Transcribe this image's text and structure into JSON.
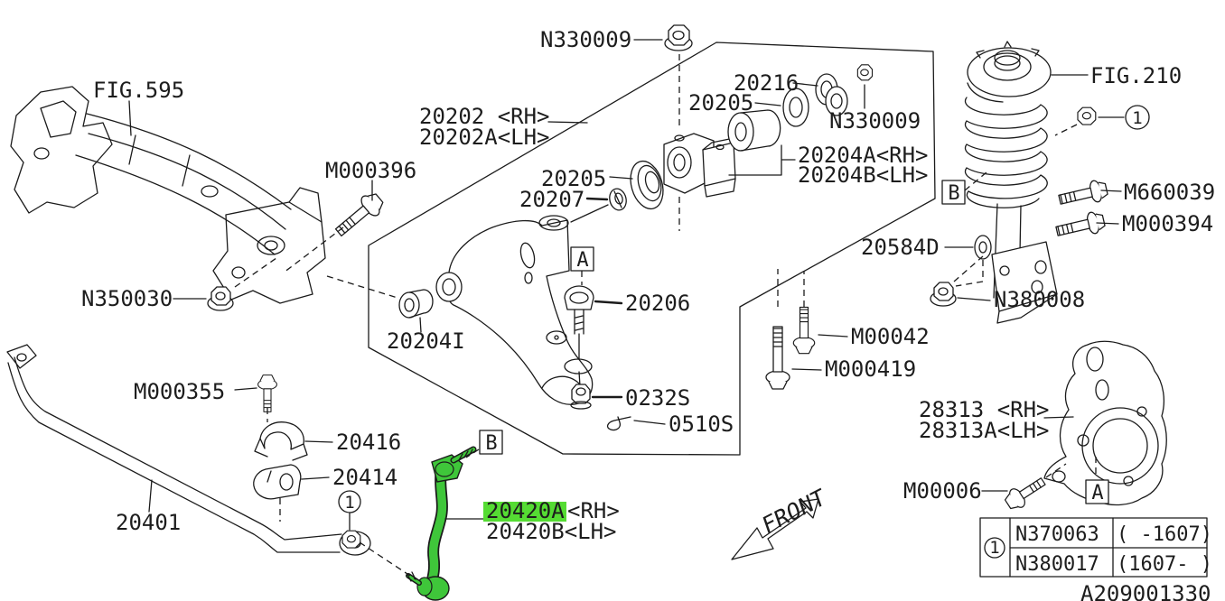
{
  "colors": {
    "ink": "#1b1b1b",
    "background": "#ffffff",
    "highlight_green": "#55dc33",
    "part_green": "#3fc63a"
  },
  "figure": {
    "front_label": "FRONT",
    "doc_code": "A209001330"
  },
  "callouts": {
    "fig595": "FIG.595",
    "fig210": "FIG.210",
    "m000396": "M000396",
    "n350030": "N350030",
    "n330009_top": "N330009",
    "n330009_mid": "N330009",
    "p20202_rh": "20202 <RH>",
    "p20202_lh": "20202A<LH>",
    "p20216": "20216",
    "p20205_upper": "20205",
    "p20204a_rh": "20204A<RH>",
    "p20204b_lh": "20204B<LH>",
    "p20205_lower": "20205",
    "p20207": "20207",
    "p20206": "20206",
    "p20204i": "20204I",
    "p0232s": "0232S",
    "p0510s": "0510S",
    "p20584d": "20584D",
    "m660039": "M660039",
    "m000394": "M000394",
    "n380008": "N380008",
    "m00042": "M00042",
    "m000419": "M000419",
    "p28313_rh": "28313 <RH>",
    "p28313a_lh": "28313A<LH>",
    "m00006": "M00006",
    "m000355": "M000355",
    "p20416": "20416",
    "p20414": "20414",
    "p20401": "20401",
    "p20420a": "20420A",
    "p20420a_side": "<RH>",
    "p20420b": "20420B<LH>"
  },
  "badges": {
    "a": "A",
    "b": "B"
  },
  "ref_marks": {
    "circled_one": "1"
  },
  "table": {
    "ref": "1",
    "rows": [
      {
        "part": "N370063",
        "range": "( -1607)"
      },
      {
        "part": "N380017",
        "range": "(1607- )"
      }
    ]
  }
}
